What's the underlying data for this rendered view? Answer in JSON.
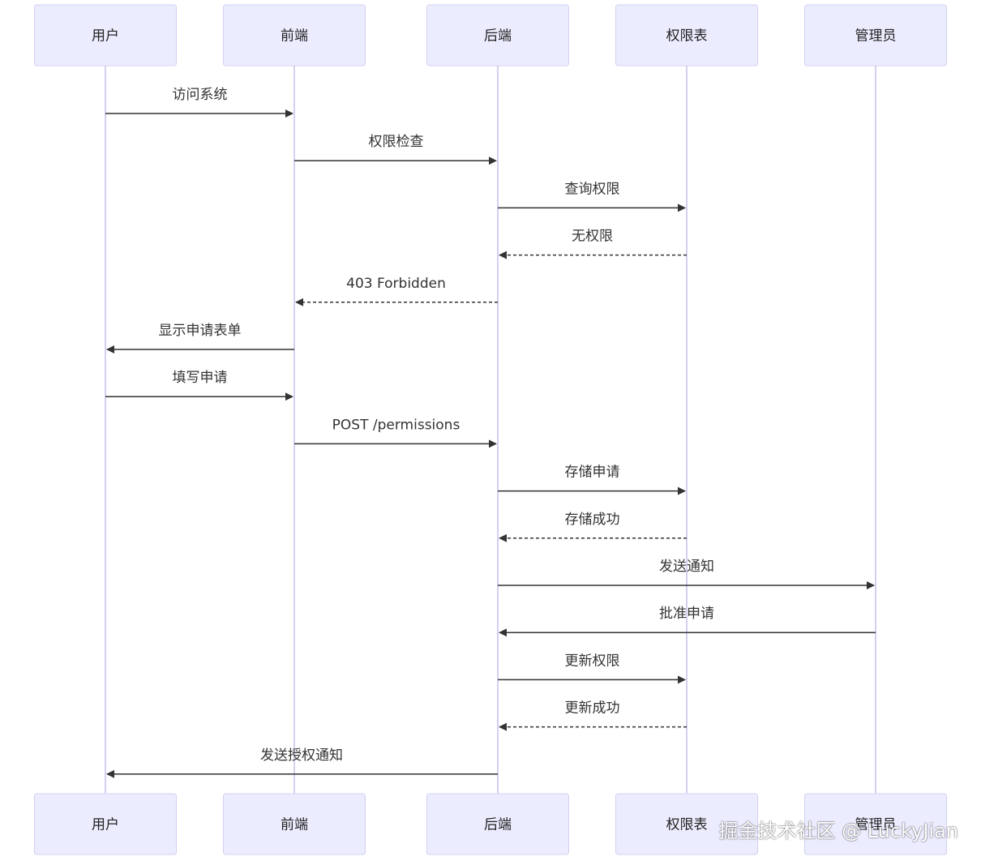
{
  "participants": [
    "用户",
    "前端",
    "后端",
    "权限表",
    "管理员"
  ],
  "messages": [
    {
      "from": 0,
      "to": 1,
      "text": "访问系统",
      "dashed": false
    },
    {
      "from": 1,
      "to": 2,
      "text": "权限检查",
      "dashed": false
    },
    {
      "from": 2,
      "to": 3,
      "text": "查询权限",
      "dashed": false
    },
    {
      "from": 3,
      "to": 2,
      "text": "无权限",
      "dashed": true
    },
    {
      "from": 2,
      "to": 1,
      "text": "403 Forbidden",
      "dashed": true
    },
    {
      "from": 1,
      "to": 0,
      "text": "显示申请表单",
      "dashed": false
    },
    {
      "from": 0,
      "to": 1,
      "text": "填写申请",
      "dashed": false
    },
    {
      "from": 1,
      "to": 2,
      "text": "POST /permissions",
      "dashed": false
    },
    {
      "from": 2,
      "to": 3,
      "text": "存储申请",
      "dashed": false
    },
    {
      "from": 3,
      "to": 2,
      "text": "存储成功",
      "dashed": true
    },
    {
      "from": 2,
      "to": 4,
      "text": "发送通知",
      "dashed": false
    },
    {
      "from": 4,
      "to": 2,
      "text": "批准申请",
      "dashed": false
    },
    {
      "from": 2,
      "to": 3,
      "text": "更新权限",
      "dashed": false
    },
    {
      "from": 3,
      "to": 2,
      "text": "更新成功",
      "dashed": true
    },
    {
      "from": 2,
      "to": 0,
      "text": "发送授权通知",
      "dashed": false
    }
  ],
  "watermark": "掘金技术社区 @ LuckyJian"
}
